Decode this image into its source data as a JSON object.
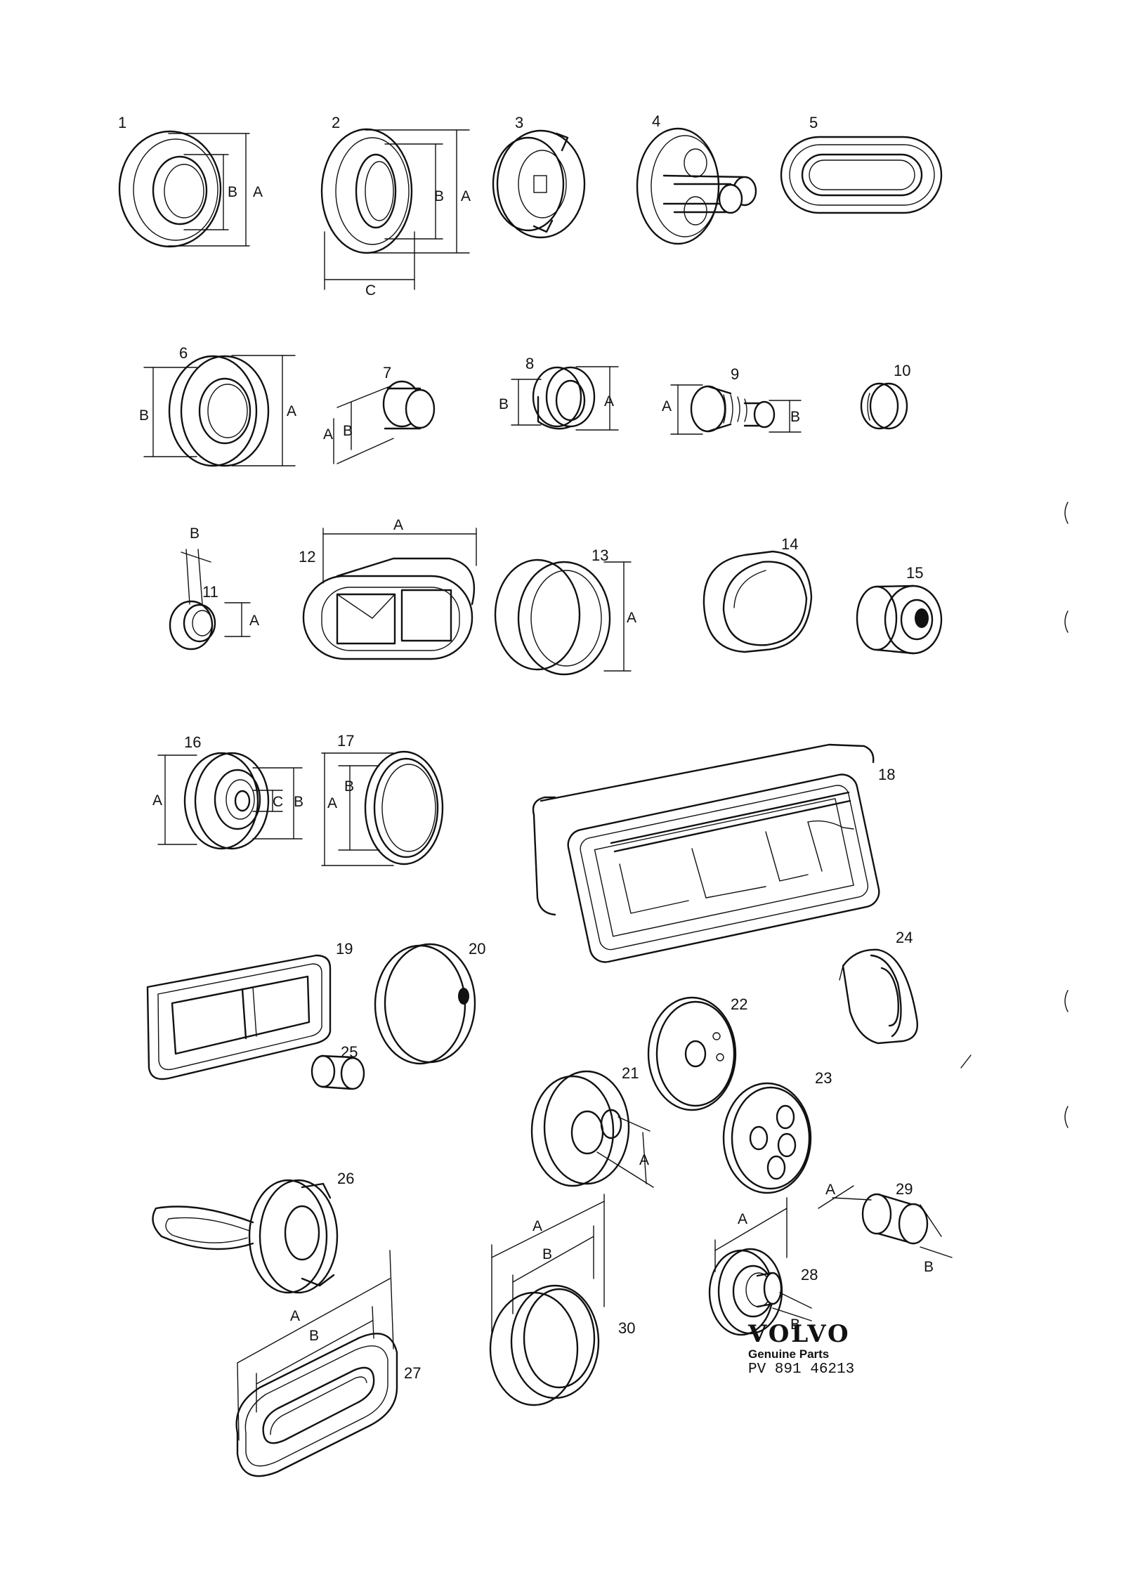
{
  "brand": {
    "logo": "VOLVO",
    "tagline": "Genuine Parts",
    "code": "PV  891 46213"
  },
  "parts": [
    "1",
    "2",
    "3",
    "4",
    "5",
    "6",
    "7",
    "8",
    "9",
    "10",
    "11",
    "12",
    "13",
    "14",
    "15",
    "16",
    "17",
    "18",
    "19",
    "20",
    "21",
    "22",
    "23",
    "24",
    "25",
    "26",
    "27",
    "28",
    "29",
    "30"
  ],
  "dims": {
    "a": "A",
    "b": "B",
    "c": "C"
  }
}
